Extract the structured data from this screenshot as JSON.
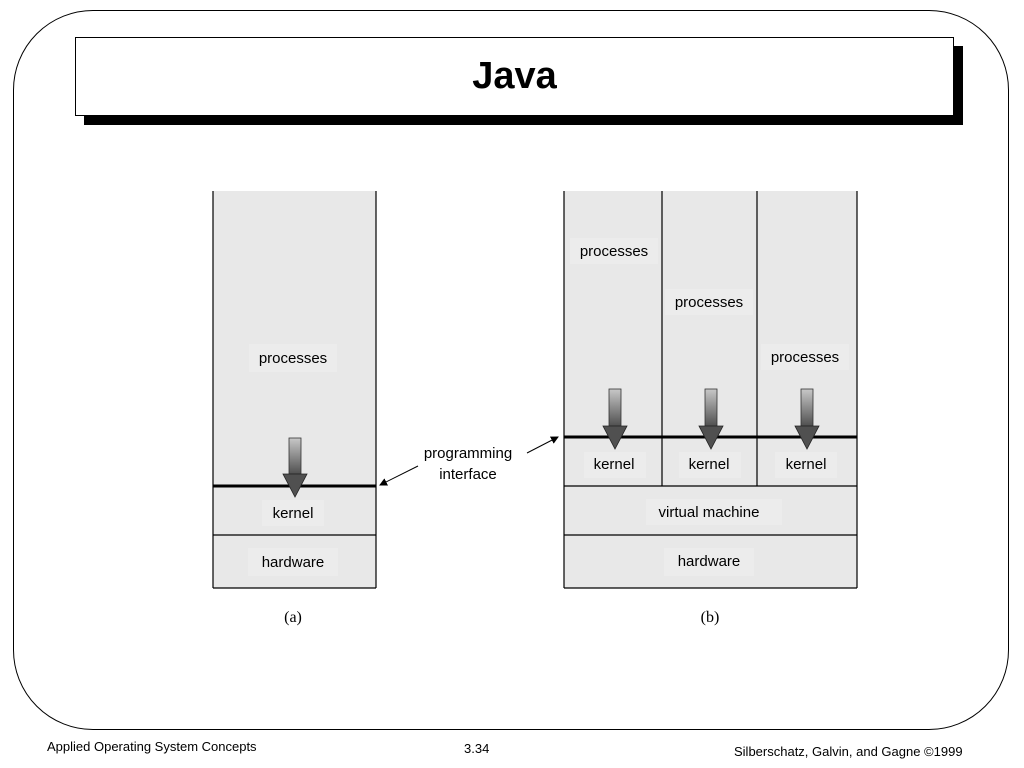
{
  "slide": {
    "title": "Java"
  },
  "diagram_a": {
    "processes_label": "processes",
    "kernel_label": "kernel",
    "hardware_label": "hardware",
    "caption": "(a)"
  },
  "annotation": {
    "line1": "programming",
    "line2": "interface"
  },
  "diagram_b": {
    "processes_labels": [
      "processes",
      "processes",
      "processes"
    ],
    "kernel_labels": [
      "kernel",
      "kernel",
      "kernel"
    ],
    "virtual_machine_label": "virtual machine",
    "hardware_label": "hardware",
    "caption": "(b)"
  },
  "footer": {
    "left": "Applied Operating System Concepts",
    "center": "3.34",
    "right": "Silberschatz, Galvin, and Gagne ©1999"
  },
  "colors": {
    "box_fill": "#e8e8e8",
    "label_bg": "#ececec",
    "arrow_top": "#c8c8c8",
    "arrow_bottom": "#505050"
  }
}
